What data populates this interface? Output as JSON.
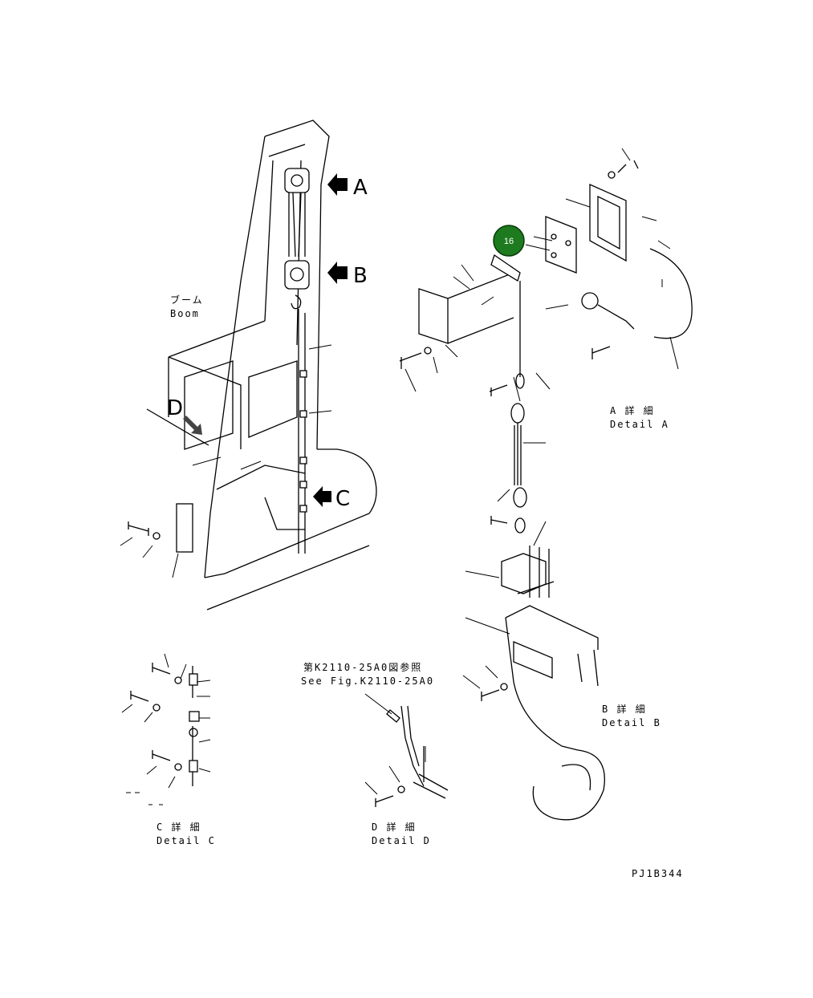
{
  "labels": {
    "boom_jp": "ブーム",
    "boom_en": "Boom",
    "arrow_a": "A",
    "arrow_b": "B",
    "arrow_c": "C",
    "arrow_d": "D",
    "detail_a_jp": "A 詳 細",
    "detail_a_en": "Detail A",
    "detail_b_jp": "B 詳 細",
    "detail_b_en": "Detail B",
    "detail_c_jp": "C 詳 細",
    "detail_c_en": "Detail C",
    "detail_d_jp": "D 詳 細",
    "detail_d_en": "Detail D",
    "see_fig_jp": "第K2110-25A0図参照",
    "see_fig_en": "See Fig.K2110-25A0",
    "drawing_code": "PJ1B344"
  },
  "callout": {
    "number": "16",
    "color": "#1e7a1e"
  },
  "colors": {
    "line": "#000000",
    "background": "#ffffff"
  }
}
